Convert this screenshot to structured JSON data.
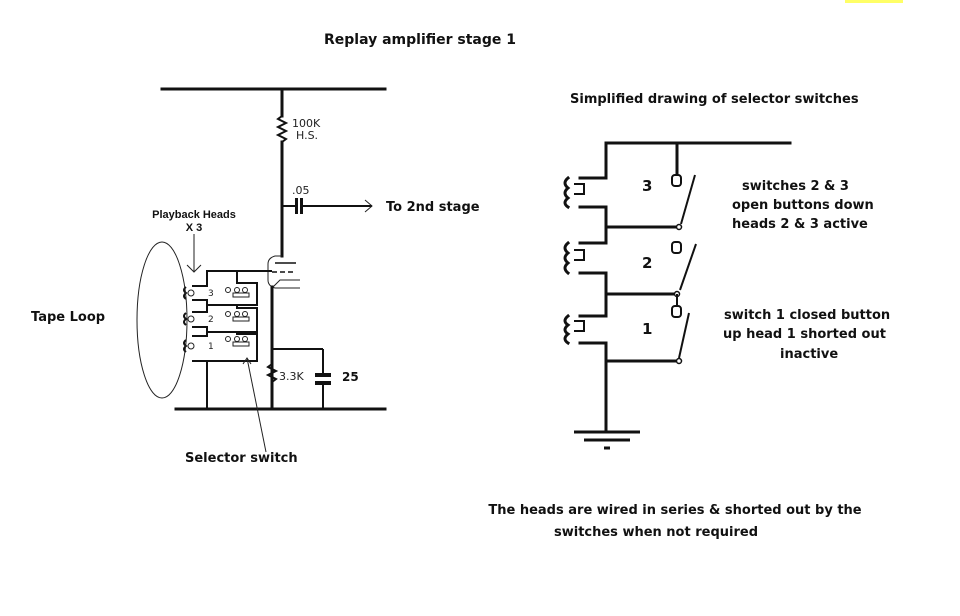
{
  "title": "Replay amplifier stage 1",
  "left_circuit": {
    "resistor_top": {
      "value": "100K",
      "note": "H.S."
    },
    "coupling_cap": ".05",
    "output_label": "To 2nd stage",
    "heads_label": "Playback Heads",
    "heads_count": "X 3",
    "tape_label": "Tape Loop",
    "head_numbers": [
      "3",
      "2",
      "1"
    ],
    "cathode_resistor": "3.3K",
    "cathode_cap": "25",
    "selector_label": "Selector switch"
  },
  "right_circuit": {
    "title": "Simplified drawing of selector switches",
    "head_numbers": [
      "3",
      "2",
      "1"
    ],
    "note_open": [
      "switches 2 & 3",
      "open buttons down",
      "heads 2 & 3 active"
    ],
    "note_closed": [
      "switch 1 closed button",
      "up head 1 shorted out",
      "inactive"
    ]
  },
  "footer": [
    "The heads are wired in series & shorted out by the",
    "switches when not required"
  ],
  "colors": {
    "ink": "#111111",
    "background": "#ffffff",
    "highlight": "#ffff66"
  }
}
